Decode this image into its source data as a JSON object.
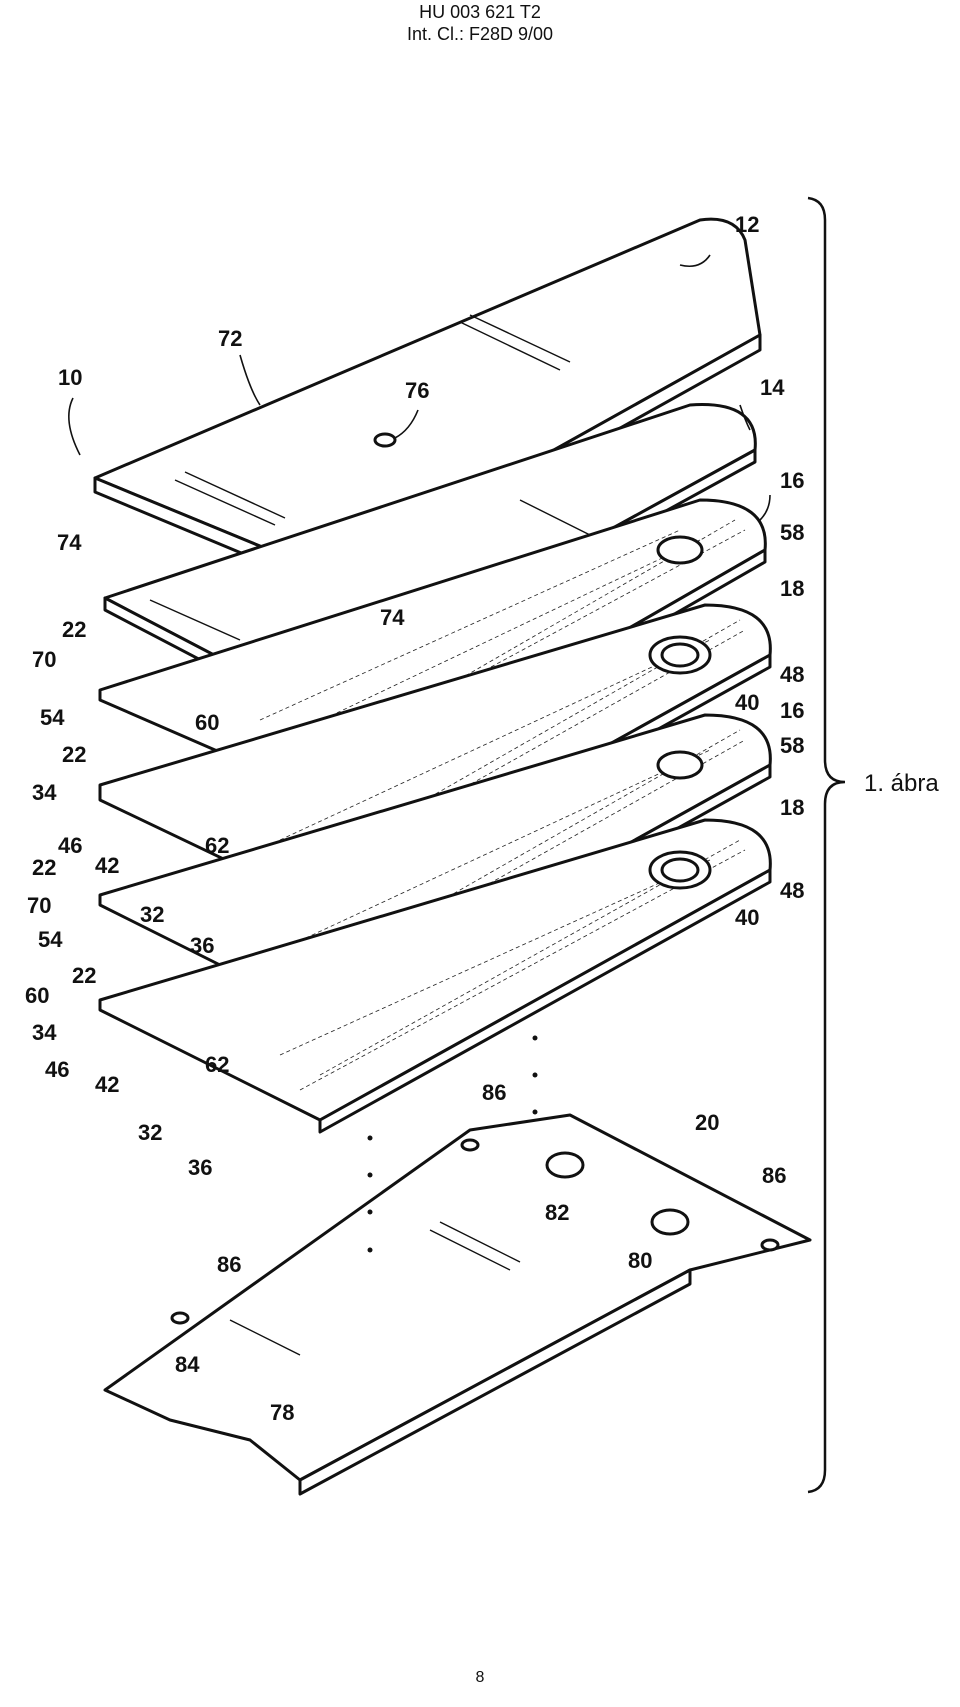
{
  "header": {
    "publication": "HU 003 621 T2",
    "classification": "Int. Cl.: F28D 9/00"
  },
  "figure": {
    "caption": "1. ábra",
    "labels": {
      "l10": "10",
      "l12": "12",
      "l14": "14",
      "l16a": "16",
      "l16b": "16",
      "l18a": "18",
      "l18b": "18",
      "l20": "20",
      "l22a": "22",
      "l22b": "22",
      "l22c": "22",
      "l22d": "22",
      "l32a": "32",
      "l32b": "32",
      "l34a": "34",
      "l34b": "34",
      "l36a": "36",
      "l36b": "36",
      "l40a": "40",
      "l40b": "40",
      "l42a": "42",
      "l42b": "42",
      "l46a": "46",
      "l46b": "46",
      "l48a": "48",
      "l48b": "48",
      "l54a": "54",
      "l54b": "54",
      "l58a": "58",
      "l58b": "58",
      "l60a": "60",
      "l60b": "60",
      "l62a": "62",
      "l62b": "62",
      "l70a": "70",
      "l70b": "70",
      "l72": "72",
      "l74a": "74",
      "l74b": "74",
      "l76": "76",
      "l78": "78",
      "l80": "80",
      "l82": "82",
      "l84": "84",
      "l86a": "86",
      "l86b": "86",
      "l86c": "86"
    }
  },
  "footer": {
    "page_number": "8"
  }
}
